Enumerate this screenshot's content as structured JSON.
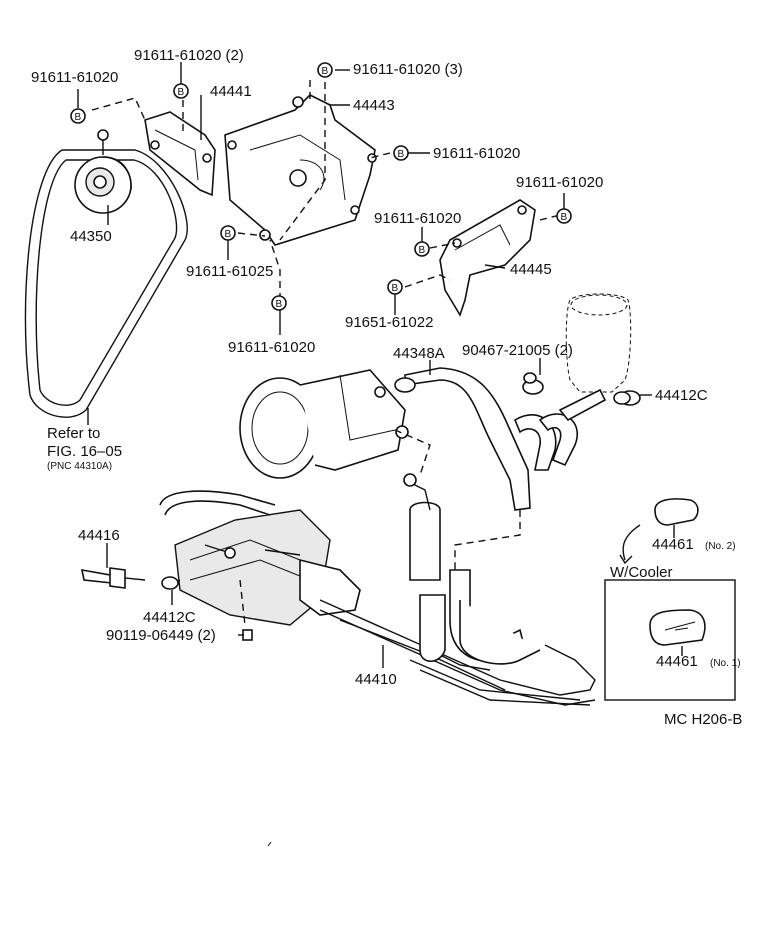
{
  "labels": {
    "bolt_91611_61020_left": "91611-61020",
    "bolt_91611_61020_2": "91611-61020 (2)",
    "bolt_91611_61020_3": "91611-61020 (3)",
    "part_44441": "44441",
    "part_44443": "44443",
    "bolt_91611_61020_mid": "91611-61020",
    "bolt_91611_61020_right": "91611-61020",
    "bolt_91611_61020_center": "91611-61020",
    "part_44445": "44445",
    "part_44350": "44350",
    "bolt_91611_61025": "91611-61025",
    "bolt_91651_61022": "91651-61022",
    "bolt_91611_61020_bottom": "91611-61020",
    "part_44348A": "44348A",
    "clamp_90467_21005": "90467-21005 (2)",
    "part_44412C_right": "44412C",
    "refer_to": "Refer to",
    "refer_fig": "FIG. 16–05",
    "refer_pnc": "(PNC 44310A)",
    "part_44416": "44416",
    "part_44412C_left": "44412C",
    "bolt_90119_06449": "90119-06449 (2)",
    "part_44410": "44410",
    "part_44461_no2": "44461",
    "no2": "(No. 2)",
    "w_cooler": "W/Cooler",
    "part_44461_no1": "44461",
    "no1": "(No. 1)",
    "diagram_code": "MC H206-B",
    "bolt_symbol": "B"
  }
}
